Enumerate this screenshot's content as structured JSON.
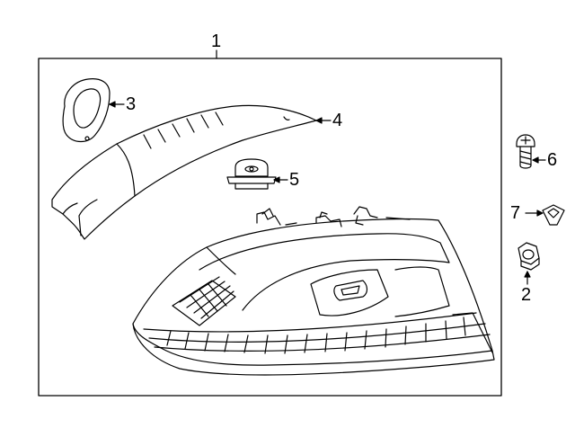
{
  "diagram": {
    "stroke_color": "#000000",
    "background": "#ffffff",
    "parts": [
      {
        "id": "1",
        "label": "1",
        "name": "tail-lamp-assembly"
      },
      {
        "id": "2",
        "label": "2",
        "name": "nut"
      },
      {
        "id": "3",
        "label": "3",
        "name": "gasket"
      },
      {
        "id": "4",
        "label": "4",
        "name": "trim-cover"
      },
      {
        "id": "5",
        "label": "5",
        "name": "socket-bulb-holder"
      },
      {
        "id": "6",
        "label": "6",
        "name": "screw"
      },
      {
        "id": "7",
        "label": "7",
        "name": "clip-retainer"
      }
    ]
  }
}
